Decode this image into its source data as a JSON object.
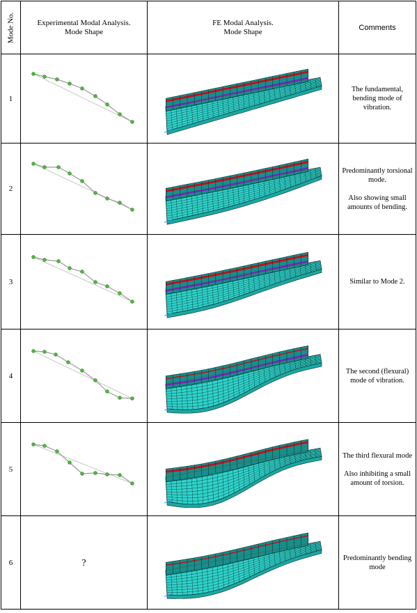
{
  "header": {
    "mode_no": "Mode No.",
    "experimental": [
      "Experimental Modal Analysis.",
      "Mode Shape"
    ],
    "fe": [
      "FE Modal Analysis.",
      "Mode Shape"
    ],
    "comments": "Comments"
  },
  "rows": [
    {
      "mode": "1",
      "experimental_shape": "green-node-line",
      "comment": [
        "The fundamental, bending mode of vibration."
      ]
    },
    {
      "mode": "2",
      "experimental_shape": "green-node-line",
      "comment": [
        "Predominantly torsional mode.",
        "Also showing small amounts of bending."
      ]
    },
    {
      "mode": "3",
      "experimental_shape": "green-node-line",
      "comment": [
        "Similar to Mode 2."
      ]
    },
    {
      "mode": "4",
      "experimental_shape": "green-node-line",
      "comment": [
        "The second (flexural) mode of vibration."
      ]
    },
    {
      "mode": "5",
      "experimental_shape": "green-node-line",
      "comment": [
        "The third flexural mode",
        "Also inhibiting a small amount of torsion."
      ]
    },
    {
      "mode": "6",
      "experimental_text": "?",
      "comment": [
        "Predominantly bending mode"
      ]
    }
  ],
  "colors": {
    "mesh": "#2fd4cc",
    "mesh_line": "#0a2a2a",
    "girder_red": "#c0101a",
    "girder_purple": "#7a1fc0",
    "node_green": "#4cbb3a"
  }
}
